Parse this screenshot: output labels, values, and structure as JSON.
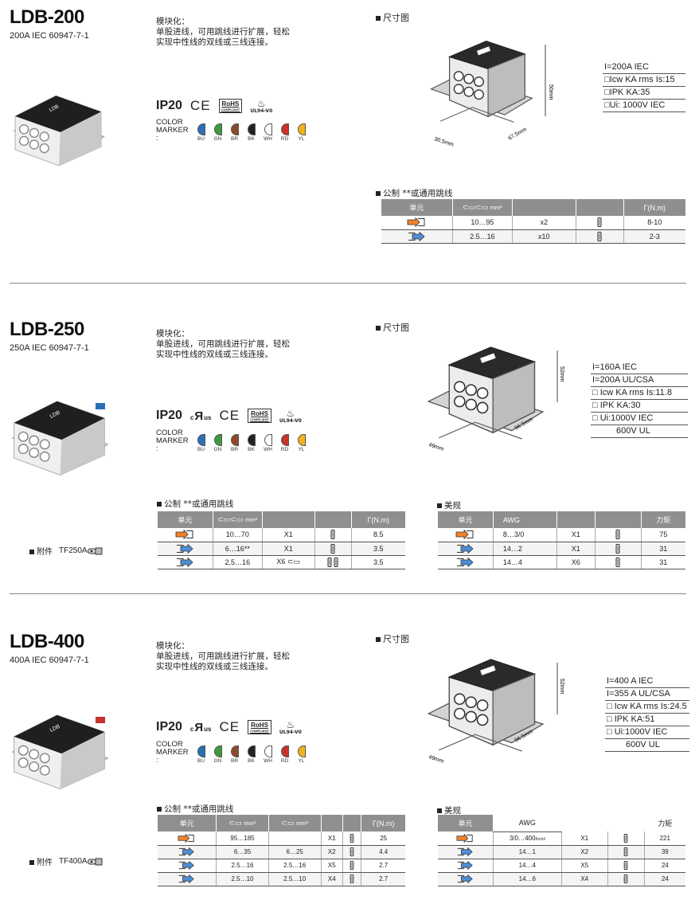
{
  "colors": {
    "blue": "#2b6fb6",
    "green": "#3e9a3b",
    "brown": "#8b4a2b",
    "black": "#222222",
    "white": "#ffffff",
    "red": "#c8312c",
    "yellow": "#f2b21b",
    "header_gray": "#8f8f8f",
    "arrow_orange": "#f0822a",
    "arrow_blue": "#4d8fd6"
  },
  "common": {
    "description_lines": [
      "模块化：",
      "单股进线，可用跳线进行扩展，轻松",
      "实现中性线的双线或三线连接。"
    ],
    "dim_title": "尺寸图",
    "ip": "IP20",
    "ce": "CE",
    "rohs": "RoHS",
    "rohs_sub": "COMPLIANT",
    "flame": "UL94-V0",
    "ul_c": "c",
    "ul_us": "us",
    "color_label_1": "COLOR",
    "color_label_2": "MARKER :",
    "markers": [
      "BU",
      "GN",
      "BR",
      "BK",
      "WH",
      "RD",
      "YL"
    ],
    "metric_title": "公制 **或通用跳线",
    "us_title": "美规",
    "unit": "单元",
    "torque_nm": "(N.m)",
    "mm2": "mm²",
    "awg": "AWG",
    "torque_cn": "力矩",
    "acc_label": "附件"
  },
  "ldb200": {
    "model": "LDB-200",
    "rating": "200A  IEC 60947-7-1",
    "dims": {
      "h": "50mm",
      "w": "67.5mm",
      "d": "30.5mm"
    },
    "specs": [
      "I=200A IEC",
      "Icw KA rms Is:15",
      "IPK KA:35",
      "Ui: 1000V IEC"
    ],
    "metric_rows": [
      [
        "10…95",
        "x2",
        "8-10"
      ],
      [
        "2.5…16",
        "x10",
        "2-3"
      ]
    ]
  },
  "ldb250": {
    "model": "LDB-250",
    "rating": "250A  IEC 60947-7-1",
    "dims": {
      "h": "52mm",
      "w": "96.5mm",
      "d": "49mm"
    },
    "specs": [
      "I=160A IEC",
      "I=200A UL/CSA",
      "Icw KA rms Is:11.8",
      "IPK KA:30",
      "Ui:1000V IEC",
      "600V UL"
    ],
    "metric_rows": [
      [
        "10…70",
        "X1",
        "8.5"
      ],
      [
        "6…16**",
        "X1",
        "3.5"
      ],
      [
        "2,5…16",
        "X6",
        "3.5"
      ]
    ],
    "us_rows": [
      [
        "8…3/0",
        "X1",
        "75"
      ],
      [
        "14…2",
        "X1",
        "31"
      ],
      [
        "14…4",
        "X6",
        "31"
      ]
    ],
    "acc": "TF250A"
  },
  "ldb400": {
    "model": "LDB-400",
    "rating": "400A  IEC 60947-7-1",
    "dims": {
      "h": "52mm",
      "w": "96.5mm",
      "d": "49mm"
    },
    "specs": [
      "I=400 A IEC",
      "I=355 A UL/CSA",
      "Icw KA rms Is:24.5",
      "IPK KA:51",
      "Ui:1000V IEC",
      "600V UL"
    ],
    "metric_rows": [
      [
        "95…185",
        "",
        "X1",
        "25"
      ],
      [
        "6…35",
        "6…25",
        "X2",
        "4.4"
      ],
      [
        "2.5…16",
        "2.5…16",
        "X5",
        "2.7"
      ],
      [
        "2.5…10",
        "2.5…10",
        "X4",
        "2.7"
      ]
    ],
    "us_rows": [
      [
        "3/0…400",
        "Kcmil",
        "X1",
        "221"
      ],
      [
        "14…1",
        "",
        "X2",
        "39"
      ],
      [
        "14…4",
        "",
        "X5",
        "24"
      ],
      [
        "14…6",
        "",
        "X4",
        "24"
      ]
    ],
    "acc": "TF400A"
  }
}
